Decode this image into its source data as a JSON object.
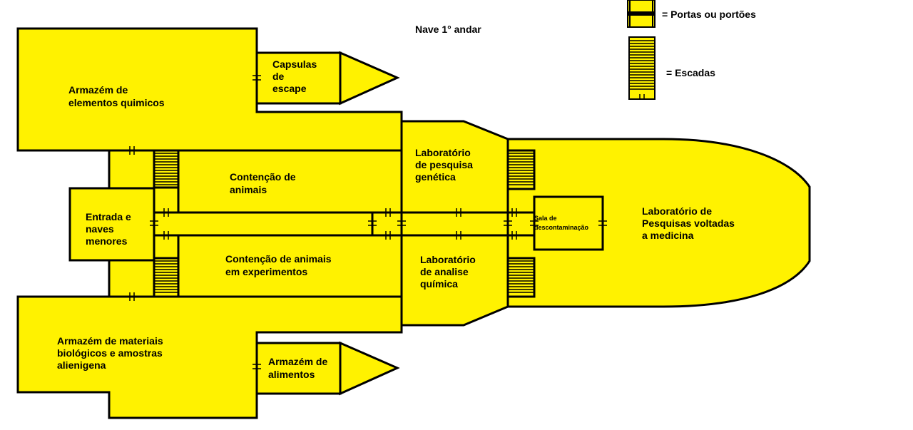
{
  "title": "Nave 1° andar",
  "colors": {
    "fill": "#FFF200",
    "stroke": "#000000",
    "background": "#FFFFFF"
  },
  "legend": {
    "doors_label": "= Portas ou portões",
    "stairs_label": "= Escadas"
  },
  "rooms": {
    "storage_chemicals": [
      "Armazém de",
      "elementos quimicos"
    ],
    "escape_pods": [
      "Capsulas",
      "de",
      "escape"
    ],
    "entrance": [
      "Entrada e",
      "naves",
      "menores"
    ],
    "animal_containment": [
      "Contenção de",
      "animais"
    ],
    "animal_experiments": [
      "Contenção de animais",
      "em experimentos"
    ],
    "genetics_lab": [
      "Laboratório",
      "de pesquisa",
      "genética"
    ],
    "chemistry_lab": [
      "Laboratório",
      "de analise",
      "química"
    ],
    "decontamination": [
      "Sala de",
      "descontaminação"
    ],
    "medicine_lab": [
      "Laboratório de",
      "Pesquisas voltadas",
      "a medicina"
    ],
    "storage_biological": [
      "Armazém de materiais",
      "biológicos e amostras",
      "alienigena"
    ],
    "food_storage": [
      "Armazém de",
      "alimentos"
    ]
  }
}
